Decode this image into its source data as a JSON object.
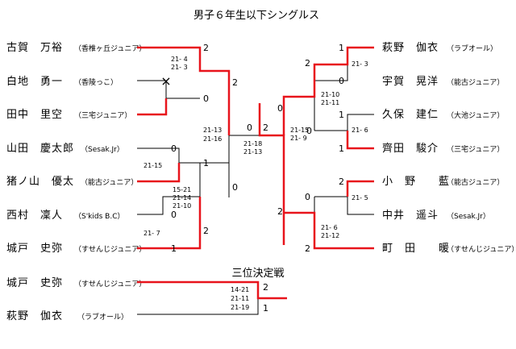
{
  "title": "男子６年生以下シングルス",
  "third_place_title": "三位決定戦",
  "players": [
    {
      "name": "古賀　万裕",
      "club": "（香椎ヶ丘ジュニア）"
    },
    {
      "name": "白地　勇一",
      "club": "（香陵っこ）"
    },
    {
      "name": "田中　里空",
      "club": "（三宅ジュニア）"
    },
    {
      "name": "山田　慶太郎",
      "club": "（Sesak.Jr）"
    },
    {
      "name": "猪ノ山　優太",
      "club": "（能古ジュニア）"
    },
    {
      "name": "西村　凜人",
      "club": "（S'kids B.C）"
    },
    {
      "name": "城戸　史弥",
      "club": "（すせんじジュニア）"
    },
    {
      "name": "萩野　伽衣",
      "club": "（ラブオール）"
    },
    {
      "name": "宇賀　晃洋",
      "club": "（能古ジュニア）"
    },
    {
      "name": "久保　建仁",
      "club": "（大池ジュニア）"
    },
    {
      "name": "齊田　駿介",
      "club": "（三宅ジュニア）"
    },
    {
      "name": "小　野　　藍",
      "club": "（能古ジュニア）"
    },
    {
      "name": "中井　遥斗",
      "club": "（Sesak.Jr）"
    },
    {
      "name": "町　田　　暖",
      "club": "（すせんじジュニア）"
    },
    {
      "name": "城戸　史弥",
      "club": "（すせんじジュニア）"
    },
    {
      "name": "萩野　伽衣",
      "club": "（ラブオール）"
    }
  ],
  "game_scores": {
    "s1": "2",
    "s2": "0",
    "s3": "2",
    "s4": "0",
    "s5": "1",
    "s6": "0",
    "s7": "2",
    "s8": "1",
    "s9": "0",
    "s10": "2",
    "s11": "1",
    "s12": "0",
    "s13": "0",
    "s14": "1",
    "s15": "1",
    "s16": "0",
    "s17": "2",
    "s18": "0",
    "s19": "2",
    "s20": "2",
    "s21": "0",
    "s22": "2",
    "s23": "2",
    "s24": "1"
  },
  "match_scores": {
    "m1": [
      "21- 4",
      "21- 3"
    ],
    "m2": [
      "21-15"
    ],
    "m3": [
      "15-21",
      "21-14",
      "21-10"
    ],
    "m4": [
      "21- 7"
    ],
    "m5": [
      "21-13",
      "21-16"
    ],
    "m6": [
      "21-18",
      "21-13"
    ],
    "m7": [
      "21- 3"
    ],
    "m8": [
      "21-10",
      "21-11"
    ],
    "m9": [
      "21- 6"
    ],
    "m10": [
      "21-15",
      "21- 9"
    ],
    "m11": [
      "21- 5"
    ],
    "m12": [
      "21- 6",
      "21-12"
    ],
    "m13": [
      "14-21",
      "21-11",
      "21-19"
    ]
  },
  "walkover_mark": "×",
  "colors": {
    "winner": "#e8141c",
    "line": "#000000"
  }
}
